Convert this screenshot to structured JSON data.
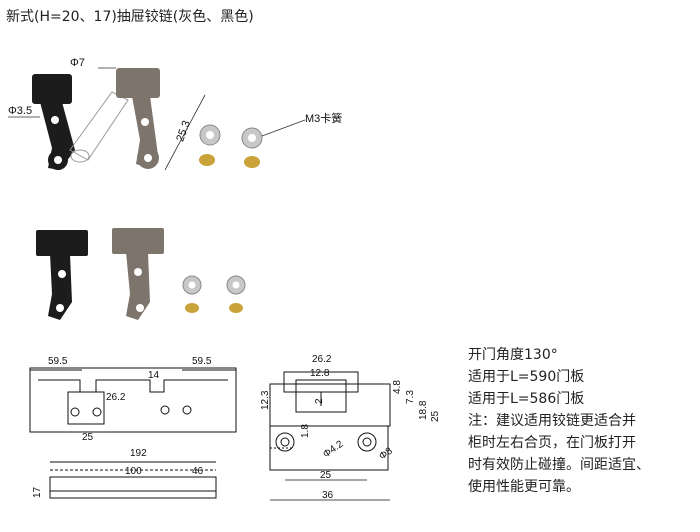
{
  "title": "新式(H=20、17)抽屉铰链(灰色、黑色)",
  "photo_labels": {
    "phi7": "Φ7",
    "phi35": "Φ3.5",
    "h253": "25.3",
    "m3": "M3卡簧"
  },
  "drawing1": {
    "dim_left": "59.5",
    "dim_right": "59.5",
    "dim_14": "14",
    "dim_262": "26.2",
    "dim_25": "25"
  },
  "drawing2": {
    "dim_192": "192",
    "dim_100": "100",
    "dim_46": "46",
    "dim_17": "17"
  },
  "drawing3": {
    "dim_262": "26.2",
    "dim_128": "12.8",
    "dim_123": "12.3",
    "dim_48": "4.8",
    "dim_73": "7.3",
    "dim_188": "18.8",
    "dim_25v": "25",
    "dim_2": "2",
    "dim_18": "1.8",
    "dim_phi42": "Φ4.2",
    "dim_phi8": "Φ8",
    "dim_25h": "25",
    "dim_36": "36"
  },
  "specs": {
    "line1": "开门角度130°",
    "line2": "适用于L=590门板",
    "line3": "适用于L=586门板",
    "line4": "注：建议适用铰链更适合并",
    "line5": "柜时左右合页，在门板打开",
    "line6": "时有效防止碰撞。间距适宜、",
    "line7": "使用性能更可靠。"
  },
  "colors": {
    "black_part": "#1c1c1c",
    "gray_part": "#7d746c",
    "brass": "#c9a23a",
    "nut": "#c8c8c8"
  }
}
